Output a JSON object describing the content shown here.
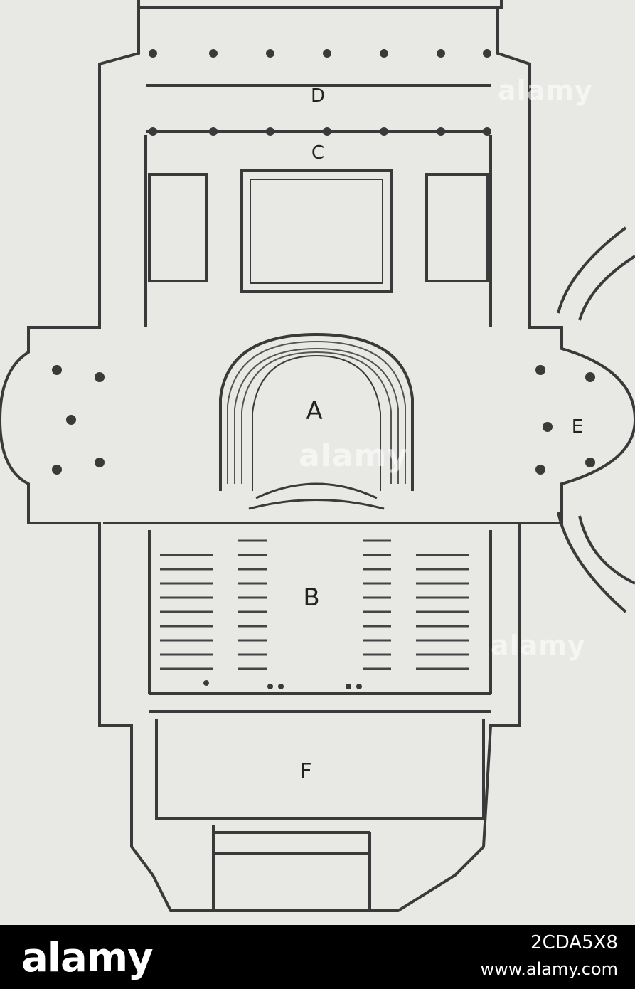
{
  "labels": {
    "A": "A",
    "B": "B",
    "C": "C",
    "D": "D",
    "E": "E",
    "F": "F"
  },
  "watermark": "alamy",
  "footer": {
    "brand": "alamy",
    "image_id": "2CDA5X8",
    "url": "www.alamy.com"
  },
  "colors": {
    "ink": "#3a3a3a",
    "paper": "#e8e8e4",
    "footer_bg": "#000000"
  }
}
